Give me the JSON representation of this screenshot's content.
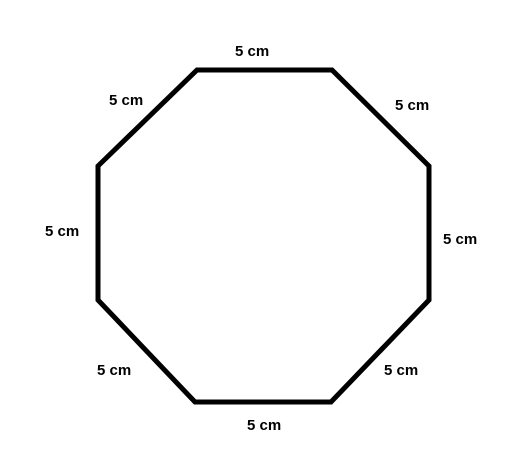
{
  "diagram": {
    "shape": "regular octagon",
    "stroke_color": "#000000",
    "background_color": "#ffffff",
    "side_labels": [
      "5 cm",
      "5 cm",
      "5 cm",
      "5 cm",
      "5 cm",
      "5 cm",
      "5 cm",
      "5 cm"
    ]
  }
}
